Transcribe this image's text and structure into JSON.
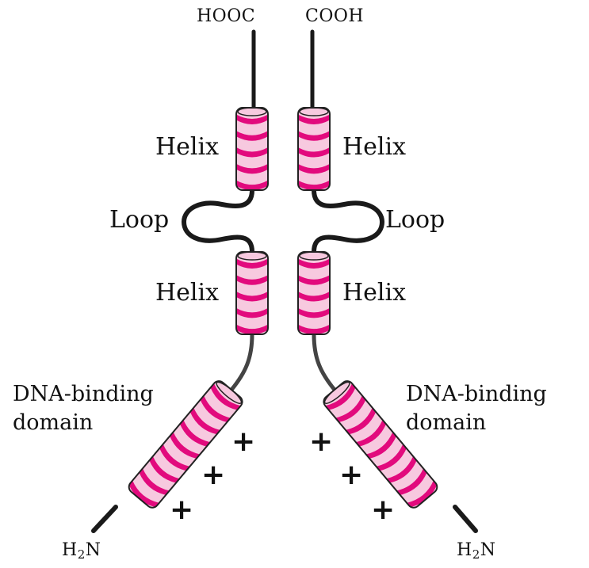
{
  "colors": {
    "helix_fill": "#f7c9df",
    "stripe": "#e20a7d",
    "outline": "#222222",
    "backbone": "#1a1a1a"
  },
  "labels": {
    "terminal_c_left": "HOOC",
    "terminal_c_right": "COOH",
    "helix_upper_left": "Helix",
    "helix_upper_right": "Helix",
    "loop_left": "Loop",
    "loop_right": "Loop",
    "helix_lower_left": "Helix",
    "helix_lower_right": "Helix",
    "dna_left_line1": "DNA-binding",
    "dna_left_line2": "domain",
    "dna_right_line1": "DNA-binding",
    "dna_right_line2": "domain",
    "charge_symbol": "+",
    "terminal_n_prefix": "H",
    "terminal_n_sub": "2",
    "terminal_n_suffix": "N"
  }
}
